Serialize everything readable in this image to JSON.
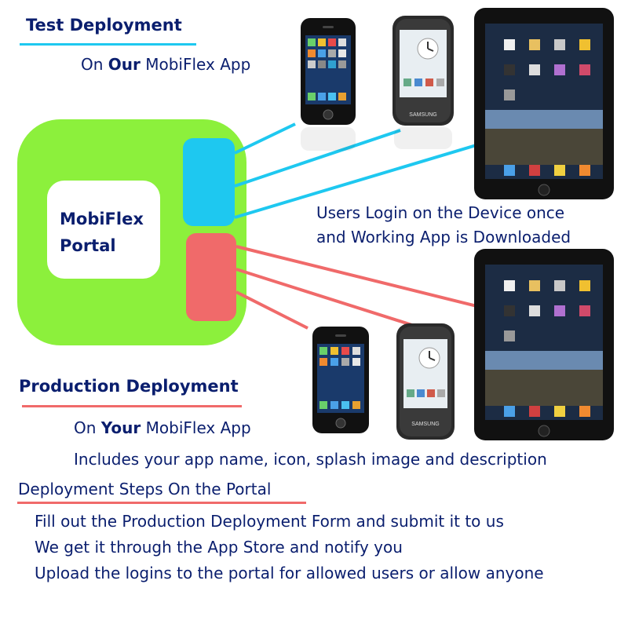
{
  "colors": {
    "text": "#0a1e6e",
    "test_accent": "#1ec8f0",
    "production_accent": "#f06a6a",
    "portal_bg": "#8cf03c",
    "test_block": "#1ec8f0",
    "production_block": "#f06a6a"
  },
  "test": {
    "title": "Test Deployment",
    "subtitle_prefix": "On ",
    "subtitle_bold": "Our",
    "subtitle_suffix": " MobiFlex App"
  },
  "portal": {
    "line1": "MobiFlex",
    "line2": "Portal"
  },
  "login_note": {
    "line1": "Users Login on the Device once",
    "line2": "and Working App is Downloaded"
  },
  "production": {
    "title": "Production Deployment",
    "subtitle_prefix": "On ",
    "subtitle_bold": "Your",
    "subtitle_suffix": " MobiFlex App",
    "includes": "Includes your app name, icon, splash image and description"
  },
  "steps": {
    "title": "Deployment Steps On the Portal",
    "items": [
      "Fill out the Production Deployment Form and submit it to us",
      "We get it through the App Store and notify you",
      "Upload the logins to the portal for allowed users or allow anyone"
    ]
  },
  "devices": {
    "brand_label": "SAMSUNG",
    "icons": [
      "iphone-icon",
      "android-phone-icon",
      "ipad-icon"
    ]
  }
}
